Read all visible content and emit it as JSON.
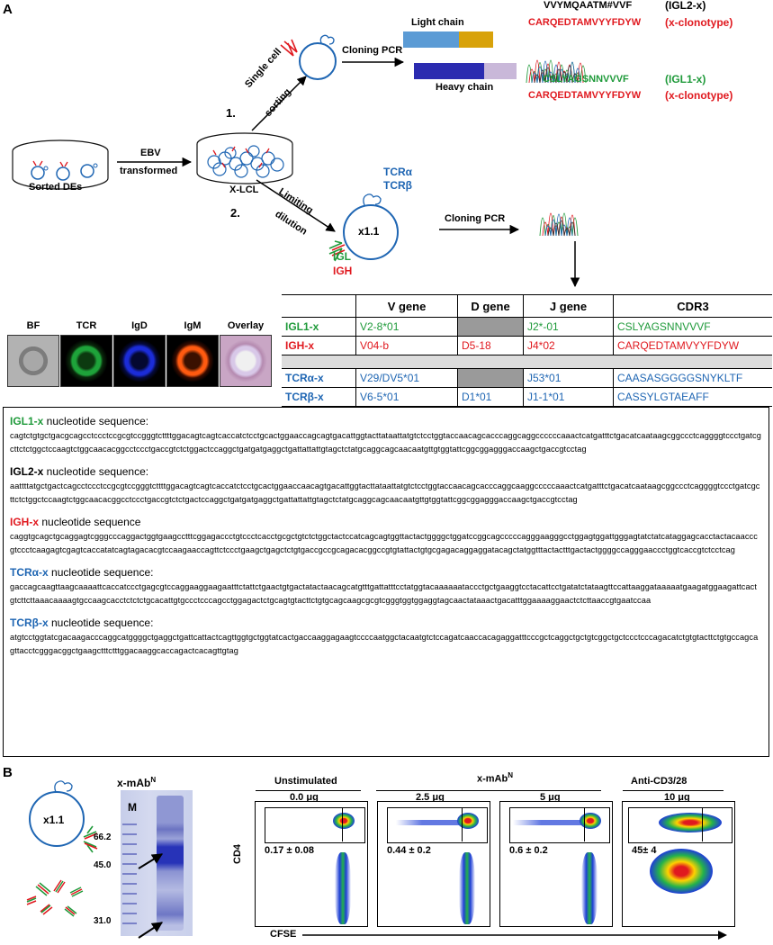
{
  "panel_a": {
    "letter": "A",
    "sorted_des": "Sorted DEs",
    "ebv": "EBV",
    "transformed": "transformed",
    "xlcl": "X-LCL",
    "step1": "1.",
    "single_cell": "Single cell",
    "sorting": "sorting",
    "cloning_pcr_1": "Cloning PCR",
    "light_chain": "Light chain",
    "heavy_chain": "Heavy chain",
    "seq_igl2_aa": "VVYMQAATM#VVF",
    "seq_igl2_label": "(IGL2-x)",
    "seq_clono_aa_1": "CARQEDTAMVYYFDYW",
    "seq_clono_label_1": "(x-clonotype)",
    "seq_igl1_aa": "CSLYAGSNNVVVF",
    "seq_igl1_label": "(IGL1-x)",
    "seq_clono_aa_2": "CARQEDTAMVYYFDYW",
    "seq_clono_label_2": "(x-clonotype)",
    "step2": "2.",
    "limiting": "Limiting",
    "dilution": "dilution",
    "tcra": "TCRα",
    "tcrb": "TCRβ",
    "x11": "x1.1",
    "igl": "IGL",
    "igh": "IGH",
    "cloning_pcr_2": "Cloning PCR",
    "image_labels": [
      "BF",
      "TCR",
      "IgD",
      "IgM",
      "Overlay"
    ]
  },
  "gene_table": {
    "headers": [
      "",
      "V gene",
      "D gene",
      "J gene",
      "CDR3"
    ],
    "rows": [
      {
        "name": "IGL1-x",
        "v": "V2-8*01",
        "d": "",
        "j": "J2*-01",
        "cdr3": "CSLYAGSNNVVVF",
        "color": "#1f9a3a",
        "d_grey": true
      },
      {
        "name": "IGH-x",
        "v": "V04-b",
        "d": "D5-18",
        "j": "J4*02",
        "cdr3": "CARQEDTAMVYYFDYW",
        "color": "#e0191f",
        "d_grey": false
      },
      {
        "name": "TCRα-x",
        "v": "V29/DV5*01",
        "d": "",
        "j": "J53*01",
        "cdr3": "CAASASGGGGSNYKLTF",
        "color": "#1f66b3",
        "d_grey": true
      },
      {
        "name": "TCRβ-x",
        "v": "V6-5*01",
        "d": "D1*01",
        "j": "J1-1*01",
        "cdr3": "CASSYLGTAEAFF",
        "color": "#1f66b3",
        "d_grey": false
      }
    ]
  },
  "sequences": [
    {
      "name": "IGL1-x",
      "suffix": " nucleotide sequence:",
      "color": "#1f9a3a",
      "text": "cagtctgtgctgacgcagcctccctccgcgtccgggtcttttggacagtcagtcaccatctcctgcactggaaccagcagtgacattggtacttataattatgtctcctggtaccaacagcacccaggcaggccccccaaactcatgatttctgacatcaataagcggccctcaggggtccctgatcgcttctctggctccaagtctggcaacacggcctccctgaccgtctctggactccaggctgatgatgaggctgattattattgtagctctatgcaggcagcaacaatgttgtggtattcggcggagggaccaagctgaccgtcctag"
    },
    {
      "name": "IGL2-x",
      "suffix": " nucleotide sequence:",
      "color": "#000000",
      "text": "aattttatgctgactcagcctccctccgcgtccgggtcttttggacagtcagtcaccatctcctgcactggaaccaacagtgacattggtacttataattatgtctcctggtaccaacagcacccaggcaaggcccccaaactcatgatttctgacatcaataagcggccctcaggggtccctgatcgcttctctggctccaagtctggcaacacggcctccctgaccgtctctgactccaggctgatgatgaggctgattattattgtagctctatgcaggcagcaacaatgttgtggtattcggcggagggaccaagctgaccgtcctag"
    },
    {
      "name": "IGH-x",
      "suffix": " nucleotide sequence",
      "color": "#e0191f",
      "text": "caggtgcagctgcaggagtcgggcccaggactggtgaagcctttcggagaccctgtccctcacctgcgctgtctctggctactccatcagcagtggttactactggggctggatccggcagcccccagggaagggcctggagtggattgggagtatctatcataggagcacctactacaacccgtccctcaagagtcgagtcaccatatcagtagacacgtccaagaaccagttctccctgaagctgagctctgtgaccgccgcagacacggccgtgtattactgtgcgagacaggaggatacagctatggtttactactttgactactggggccagggaaccctggtcaccgtctcctcag"
    },
    {
      "name": "TCRα-x",
      "suffix": " nucleotide sequence:",
      "color": "#1f66b3",
      "text": "gaccagcaagttaagcaaaattcaccatccctgagcgtccaggaaggaagaatttctattctgaactgtgactatactaacagcatgtttgattatttcctatggtacaaaaaataccctgctgaaggtcctacattcctgatatctataagttccattaaggataaaaatgaagatggaagattcactgtcttcttaaacaaaagtgccaagcacctctctctgcacattgtgccctcccagcctggagactctgcagtgtacttctgtgcagcaagcgcgtcgggtggtggaggtagcaactataaactgacatttggaaaaggaactctcttaaccgtgaatccaa"
    },
    {
      "name": "TCRβ-x",
      "suffix": " nucleotide sequence:",
      "color": "#1f66b3",
      "text": "atgtcctggtatcgacaagacccaggcatggggctgaggctgattcattactcagttggtgctggtatcactgaccaaggagaagtccccaatggctacaatgtctccagatcaaccacagaggatttcccgctcaggctgctgtcggctgctccctcccagacatctgtgtacttctgtgccagcagttacctcgggacggctgaagctttctttggacaaggcaccagactcacagttgtag"
    }
  ],
  "panel_b": {
    "letter": "B",
    "x11": "x1.1",
    "gel_title": "x-mAb",
    "gel_title_sup": "N",
    "marker": "M",
    "mw": [
      "66.2",
      "45.0",
      "31.0"
    ],
    "ylabel": "CD4",
    "xlabel": "CFSE",
    "groups": [
      {
        "title": "Unstimulated",
        "sup": ""
      },
      {
        "title": "x-mAb",
        "sup": "N"
      },
      {
        "title": "Anti-CD3/28",
        "sup": ""
      }
    ],
    "plots": [
      {
        "dose": "0.0 μg",
        "value": "0.17 ± 0.08"
      },
      {
        "dose": "2.5 μg",
        "value": "0.44 ± 0.2"
      },
      {
        "dose": "5 μg",
        "value": "0.6 ± 0.2"
      },
      {
        "dose": "10 μg",
        "value": "45± 4"
      }
    ]
  },
  "colors": {
    "green": "#1f9a3a",
    "red": "#e0191f",
    "blue": "#1f66b3"
  }
}
